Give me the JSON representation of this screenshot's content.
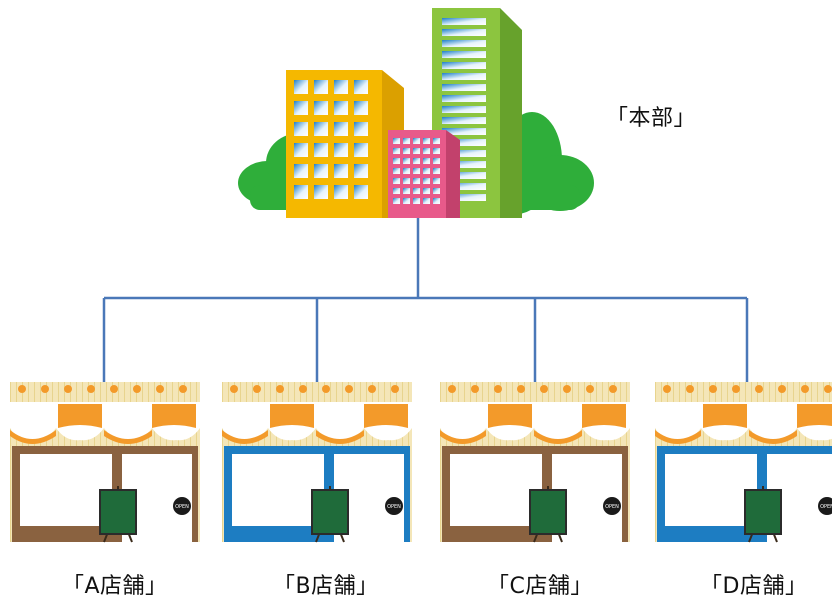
{
  "hq": {
    "label": "「本部」"
  },
  "left_edge_glyph": ")",
  "stores": [
    {
      "label": "「A店舗」",
      "sign": "OPEN",
      "wall_color": "#8a6240"
    },
    {
      "label": "「B店舗」",
      "sign": "OPEN",
      "wall_color": "#1d7dc2"
    },
    {
      "label": "「C店舗」",
      "sign": "OPEN",
      "wall_color": "#8a6240"
    },
    {
      "label": "「D店舗」",
      "sign": "OPEN",
      "wall_color": "#1d7dc2"
    }
  ],
  "colors": {
    "connector": "#4a78b8",
    "awning_orange": "#f39a2a",
    "tree_green": "#2fae3a",
    "building_yellow": "#f5b800",
    "building_green": "#8cc53f",
    "building_pink": "#e85a8a"
  }
}
